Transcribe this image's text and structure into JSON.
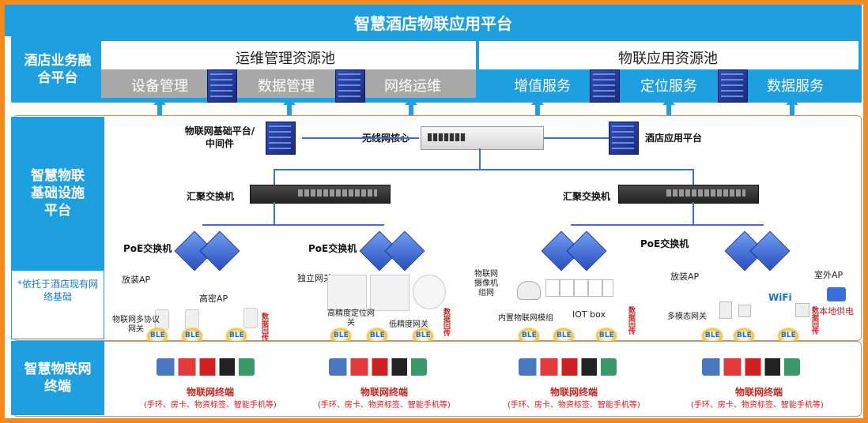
{
  "header_title": "智慧酒店物联应用平台",
  "layer1": {
    "label": "酒店业务融合平台",
    "pools": [
      "运维管理资源池",
      "物联应用资源池"
    ],
    "items": [
      "设备管理",
      "数据管理",
      "网络运维",
      "增值服务",
      "定位服务",
      "数据服务"
    ]
  },
  "layer2": {
    "label": "智慧物联基础设施平台",
    "note": "*依托于酒店现有网络基础",
    "iot_platform": "物联网基础平台/中间件",
    "wireless_core": "无线网核心",
    "hotel_app": "酒店应用平台",
    "agg_switch": "汇聚交换机",
    "poe_switch": "PoE交换机",
    "ap_install": "放装AP",
    "high_density_ap": "高密AP",
    "multi_gw": "物联网多协议网关",
    "standalone_gw": "独立网关",
    "hp_gw": "高精度定位网关",
    "lp_gw": "低精度网关",
    "iot_camera": "物联网摄像机组网",
    "builtin_module": "内置物联网模组",
    "iot_box": "IOT box",
    "multimode_gw": "多模态网关",
    "outdoor_ap": "室外AP",
    "local_power": "本地供电",
    "wifi": "WiFi",
    "ble": "BLE",
    "data_return": "数据回传"
  },
  "layer3": {
    "label": "智慧物联网终端",
    "term_title": "物联网终端",
    "term_sub": "(手环、房卡、物资标签、智能手机等)"
  }
}
